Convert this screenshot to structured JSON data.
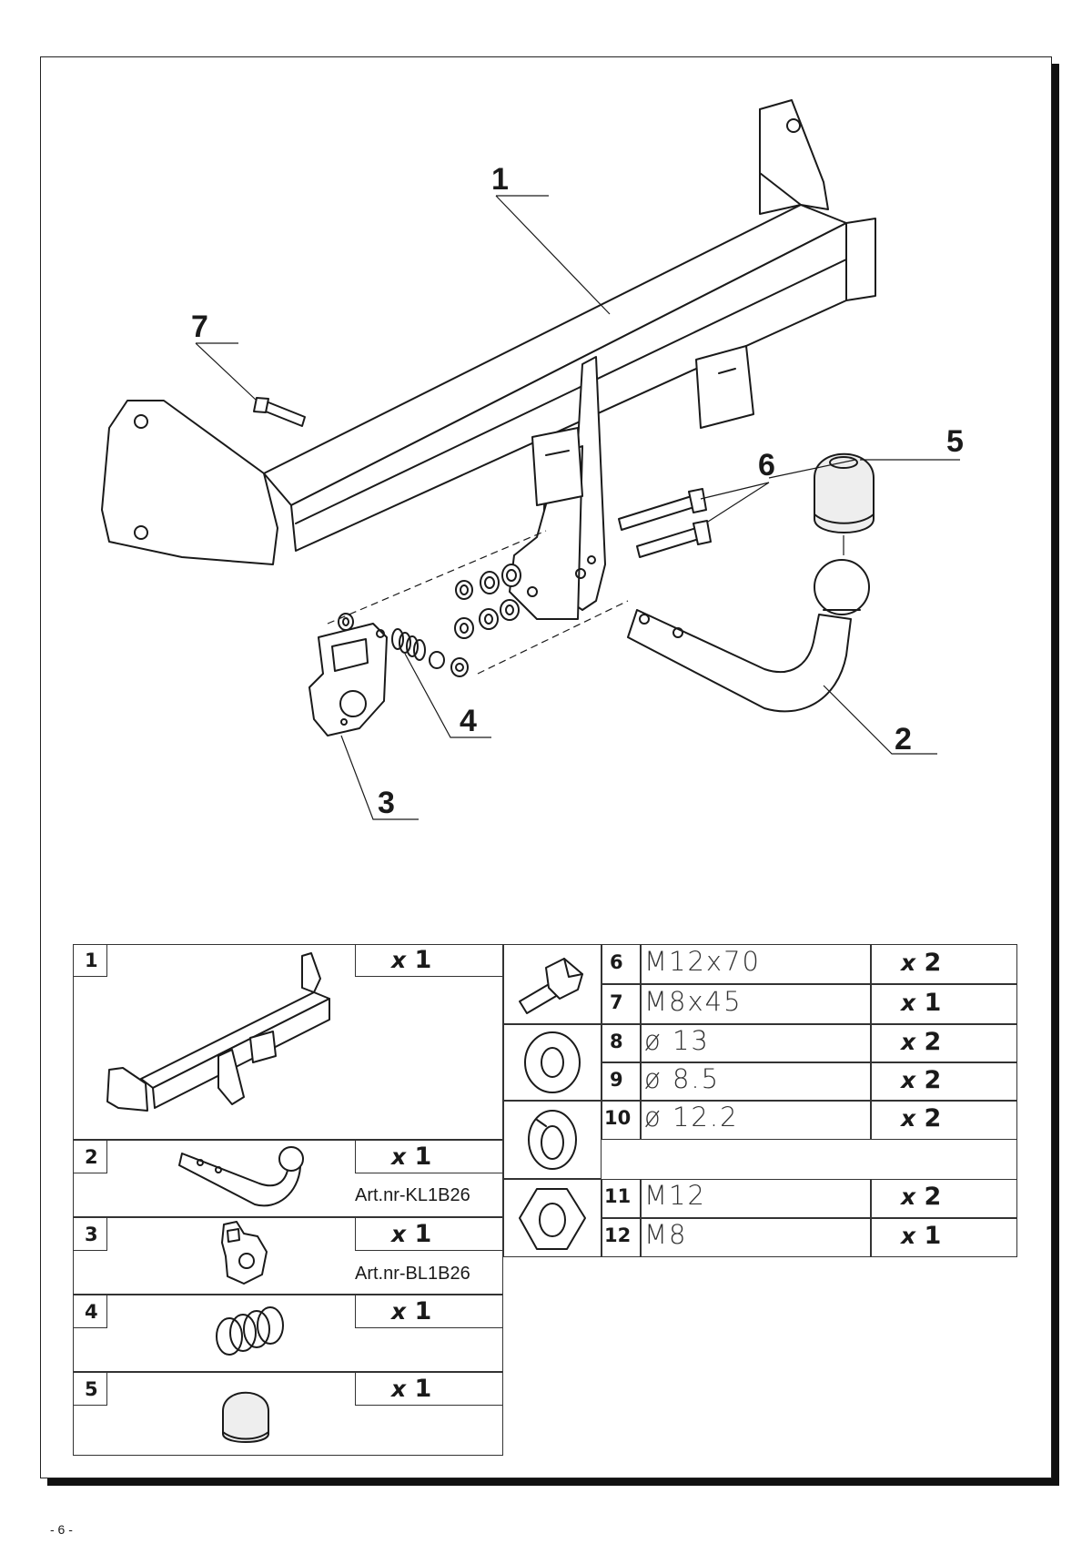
{
  "callouts": [
    "1",
    "2",
    "3",
    "4",
    "5",
    "6",
    "7"
  ],
  "parts_left": [
    {
      "num": "1",
      "qty_x": "x",
      "qty": "1",
      "art": ""
    },
    {
      "num": "2",
      "qty_x": "x",
      "qty": "1",
      "art": "Art.nr-KL1B26"
    },
    {
      "num": "3",
      "qty_x": "x",
      "qty": "1",
      "art": "Art.nr-BL1B26"
    },
    {
      "num": "4",
      "qty_x": "x",
      "qty": "1",
      "art": ""
    },
    {
      "num": "5",
      "qty_x": "x",
      "qty": "1",
      "art": ""
    }
  ],
  "parts_right": [
    {
      "num": "6",
      "spec": "M12x70",
      "qty_x": "x",
      "qty": "2"
    },
    {
      "num": "7",
      "spec": "M8x45",
      "qty_x": "x",
      "qty": "1"
    },
    {
      "num": "8",
      "spec": "ø 13",
      "qty_x": "x",
      "qty": "2"
    },
    {
      "num": "9",
      "spec": "ø 8.5",
      "qty_x": "x",
      "qty": "2"
    },
    {
      "num": "10",
      "spec": "ø 12.2",
      "qty_x": "x",
      "qty": "2"
    },
    {
      "num": "11",
      "spec": "M12",
      "qty_x": "x",
      "qty": "2"
    },
    {
      "num": "12",
      "spec": "M8",
      "qty_x": "x",
      "qty": "1"
    }
  ],
  "icons": [
    "tow-bar-icon",
    "ball-neck-icon",
    "socket-plate-icon",
    "spring-icon",
    "ball-cap-icon",
    "bolt-icon",
    "washer-icon",
    "spring-washer-icon",
    "nut-icon"
  ],
  "footer": "- 6 -"
}
